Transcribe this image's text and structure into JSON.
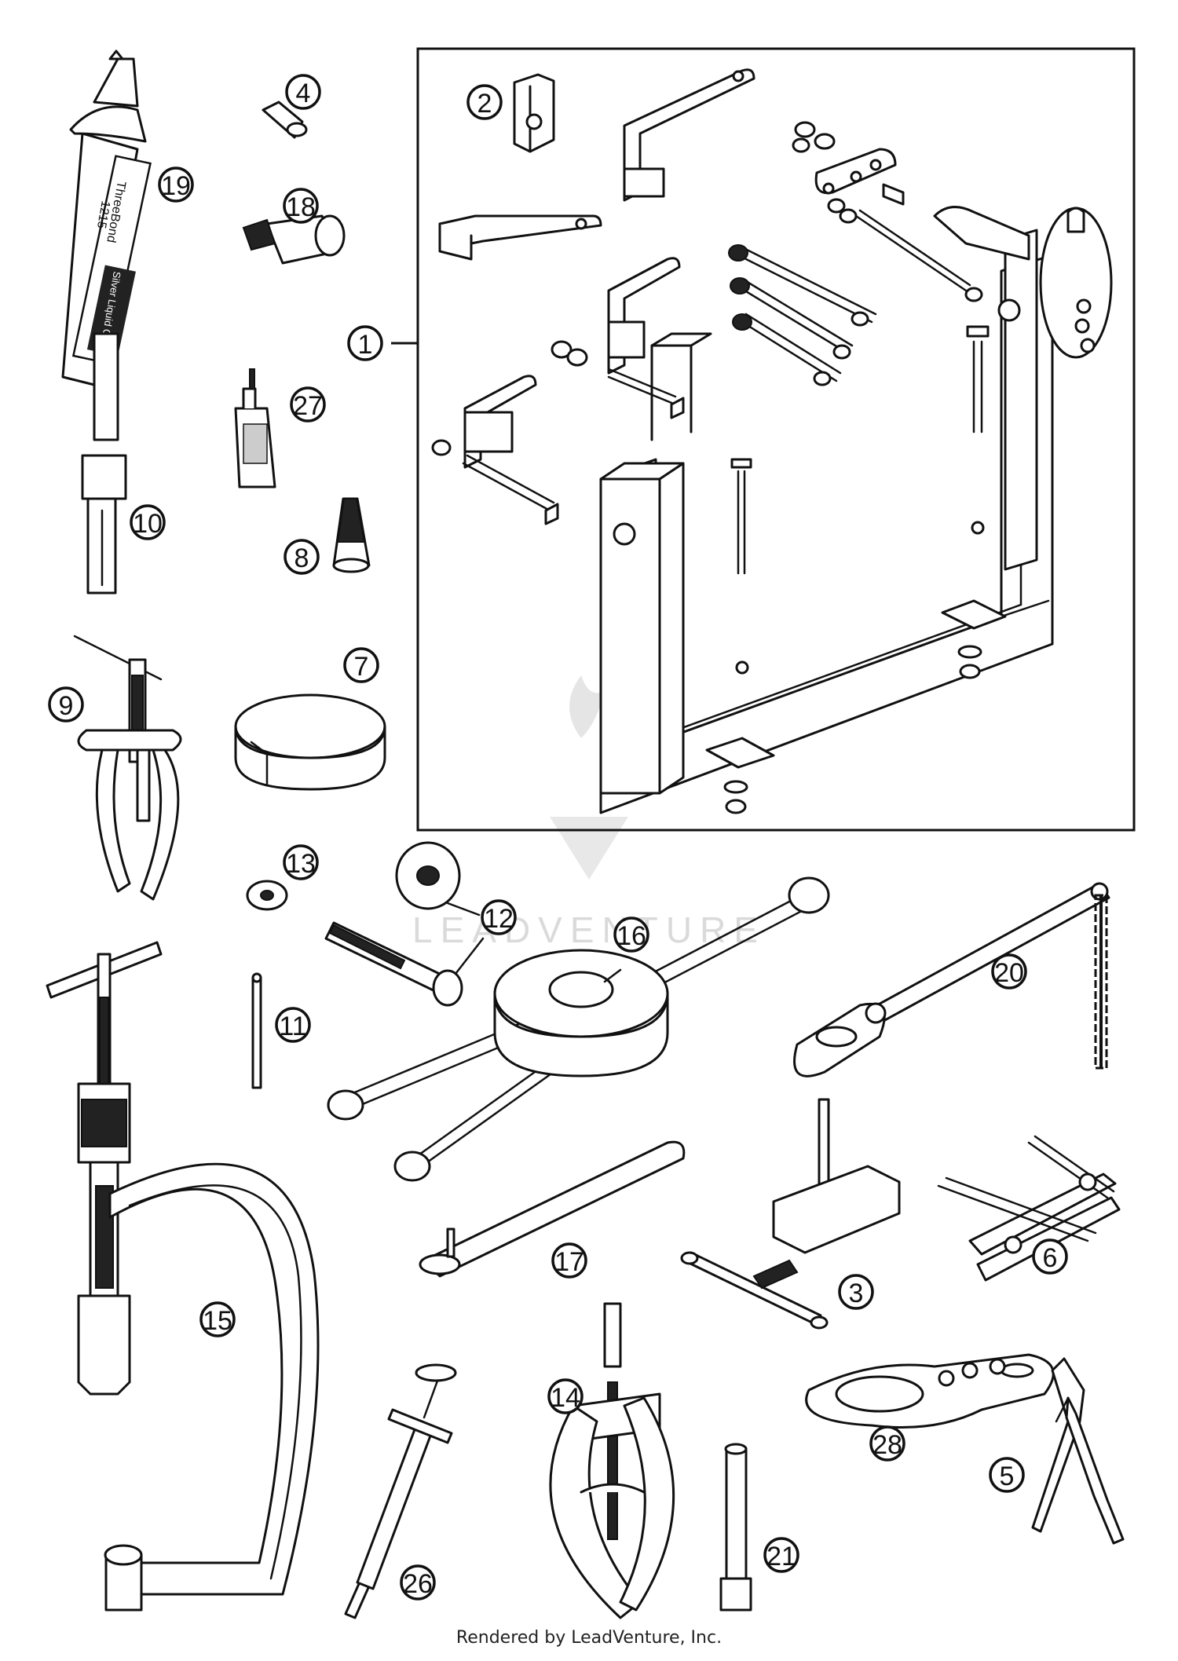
{
  "watermark": "LEADVENTURE",
  "footer": "Rendered by LeadVenture, Inc.",
  "tube_label": {
    "brand": "ThreeBond",
    "number": "1215",
    "product": "Silver Liquid Gasket"
  },
  "callouts": [
    "1",
    "2",
    "3",
    "4",
    "5",
    "6",
    "7",
    "8",
    "9",
    "10",
    "11",
    "12",
    "13",
    "14",
    "15",
    "16",
    "17",
    "18",
    "19",
    "20",
    "21",
    "26",
    "27",
    "28"
  ]
}
